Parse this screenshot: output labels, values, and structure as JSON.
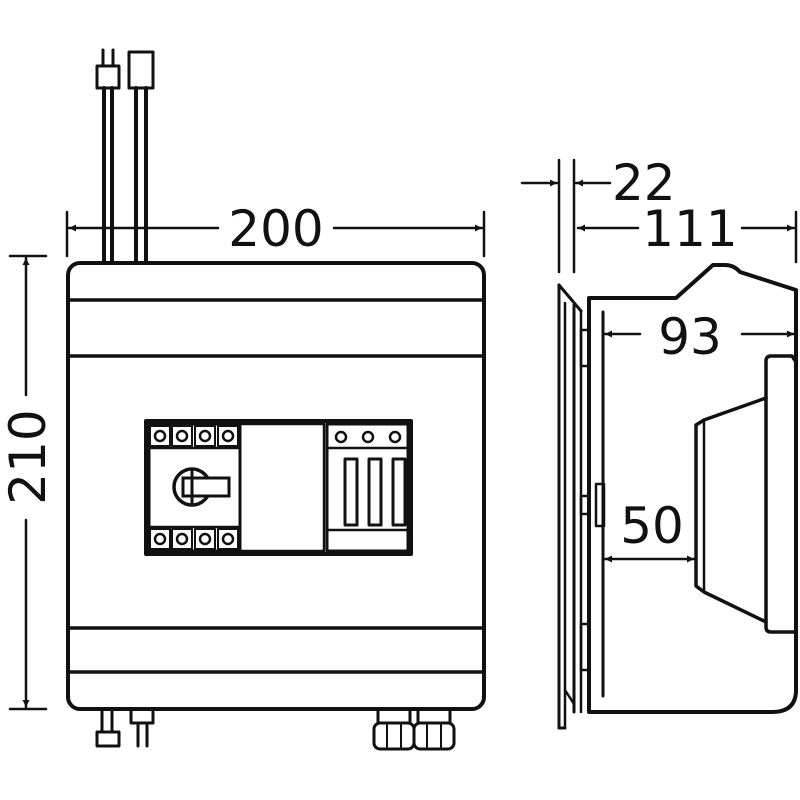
{
  "dimensions": {
    "front_width": "200",
    "front_height": "210",
    "side_rail_offset": "22",
    "side_depth": "111",
    "side_inner_depth": "93",
    "side_recess_depth": "50"
  }
}
